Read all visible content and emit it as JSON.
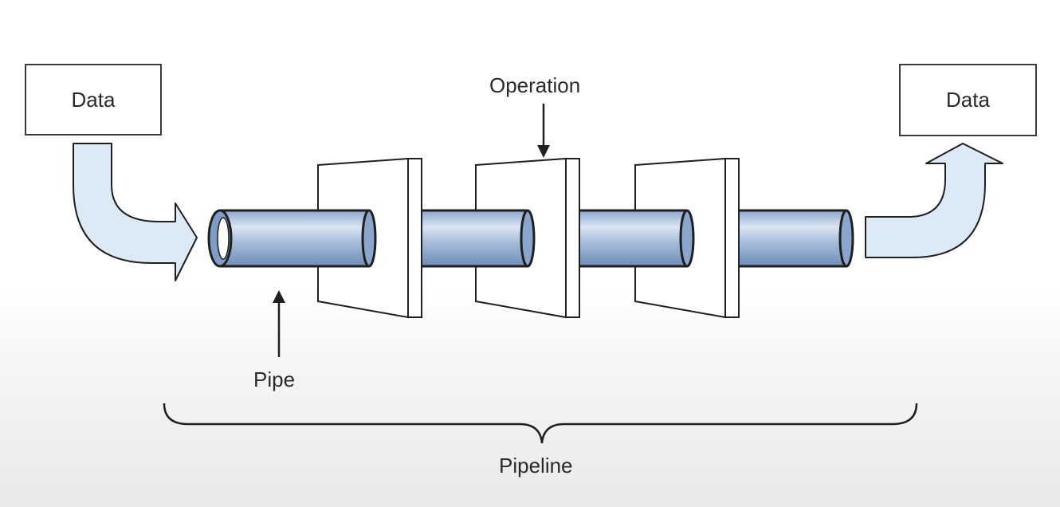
{
  "input_box": {
    "label": "Data"
  },
  "output_box": {
    "label": "Data"
  },
  "labels": {
    "operation": "Operation",
    "pipe": "Pipe",
    "pipeline": "Pipeline"
  },
  "colors": {
    "pipe_fill_light": "#dbe5f2",
    "pipe_fill_mid": "#a9bfdb",
    "pipe_fill_dark": "#7f9cc4",
    "flow_arrow_fill": "#dceaf8",
    "stroke": "#1f1f1f"
  }
}
